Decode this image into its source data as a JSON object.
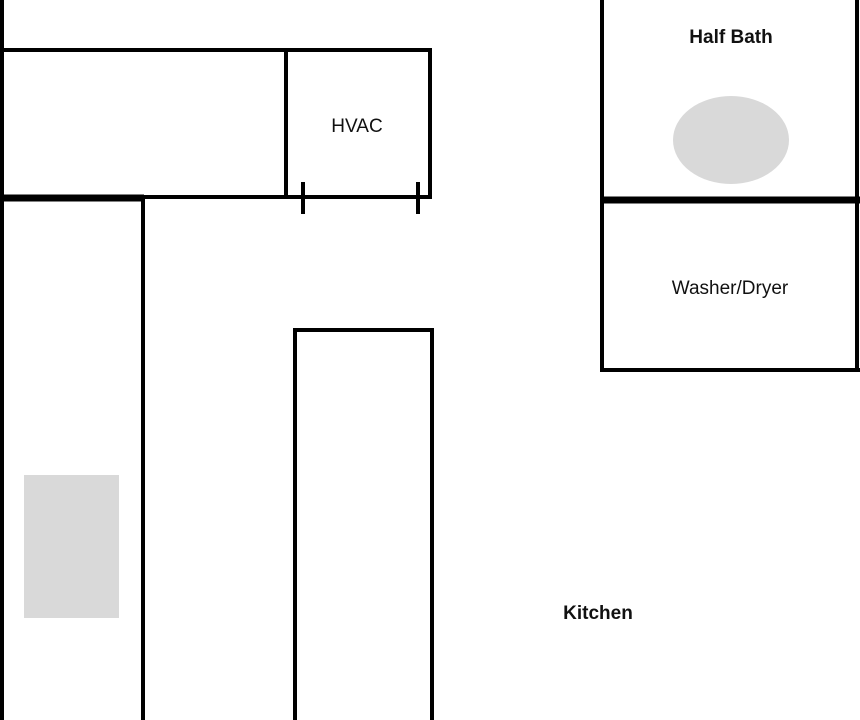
{
  "floor_plan": {
    "rooms": {
      "half_bath": {
        "label": "Half Bath"
      },
      "hvac": {
        "label": "HVAC"
      },
      "washer_dryer": {
        "label": "Washer/Dryer"
      },
      "kitchen": {
        "label": "Kitchen"
      }
    },
    "colors": {
      "wall": "#000000",
      "background": "#ffffff",
      "fixture": "#d9d9d9",
      "text": "#111111"
    }
  }
}
